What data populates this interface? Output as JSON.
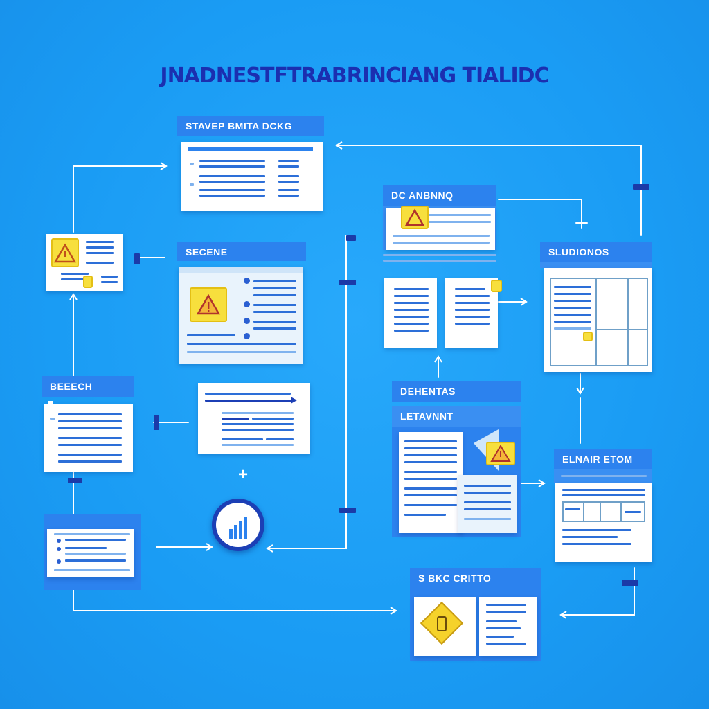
{
  "title": "JNADNESTFTRABRINCIANG TIALIDC",
  "cards": {
    "top_center": {
      "label": "STAVEP BMITA DCKG"
    },
    "middle_center": {
      "label": "SECENE"
    },
    "top_right_small": {
      "label": "DC ANBNNQ"
    },
    "right_upper": {
      "label": "SLUDIONOS"
    },
    "left_middle": {
      "label": "BEEECH"
    },
    "center_right_lower": {
      "label_top": "DEHENTAS",
      "label_bottom": "LETAVNNT"
    },
    "right_lower": {
      "label": "ELNAIR ETOM"
    },
    "bottom_center": {
      "label": "S BKC CRITTO"
    }
  },
  "colors": {
    "background": "#1a9df5",
    "header": "#2c82ee",
    "title": "#1b2fb0",
    "connector": "#ffffff",
    "junction": "#1b3aa8",
    "warning": "#f7df3d"
  },
  "icons": [
    "warning-icon",
    "bar-chart-icon",
    "plus-icon",
    "arrow-icon",
    "open-book-icon"
  ]
}
